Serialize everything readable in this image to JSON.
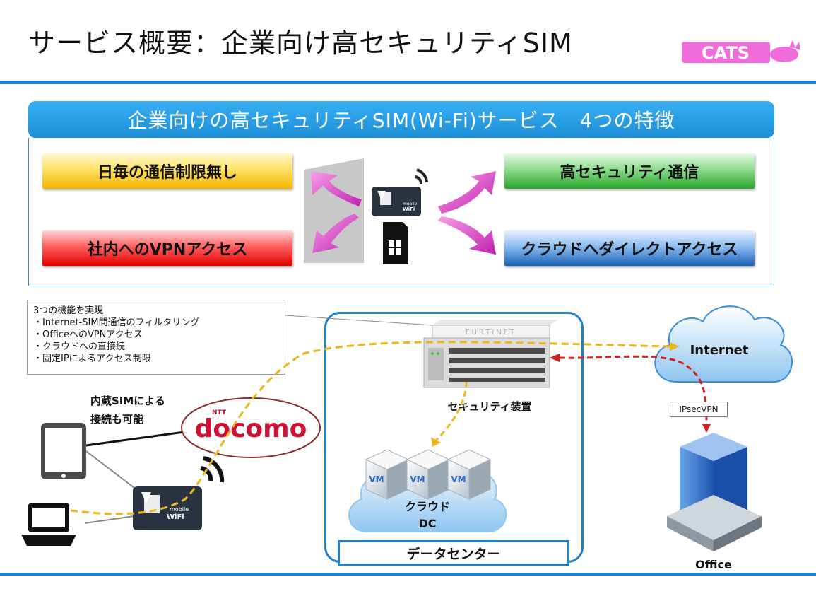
{
  "slide": {
    "title": "サービス概要：企業向け高セキュリティSIM",
    "logo_text": "CATS",
    "banner": "企業向けの高セキュリティSIM(Wi-Fi)サービス　4つの特徴"
  },
  "features": {
    "daily_limit": "日毎の通信制限無し",
    "vpn_access": "社内へのVPNアクセス",
    "high_security": "高セキュリティ通信",
    "cloud_direct": "クラウドへダイレクトアクセス"
  },
  "router": {
    "label_line1": "mobile",
    "label_line2": "WiFi"
  },
  "functions": {
    "heading": "3つの機能を実現",
    "items": [
      "・Internet-SIM間通信のフィルタリング",
      "・OfficeへのVPNアクセス",
      "・クラウドへの直接続",
      "・固定IPによるアクセス制限"
    ]
  },
  "network": {
    "internet": "Internet",
    "ipsec": "IPsecVPN",
    "office": "Office",
    "security_device": "セキュリティ装置",
    "firewall_brand": "FURTINET",
    "datacenter": "データセンター",
    "cloud_dc_line1": "クラウド",
    "cloud_dc_line2": "DC",
    "vm_label": "VM",
    "embedded_sim_line1": "内蔵SIMによる",
    "embedded_sim_line2": "接続も可能",
    "carrier_small": "NTT",
    "carrier": "docomo"
  },
  "colors": {
    "accent_blue": "#1f7fc8",
    "banner_blue": "#1c8fd8",
    "arrow_magenta": "#e040c0",
    "flow_yellow": "#e8b820",
    "vpn_red": "#d42020",
    "docomo_red": "#cc1133"
  }
}
